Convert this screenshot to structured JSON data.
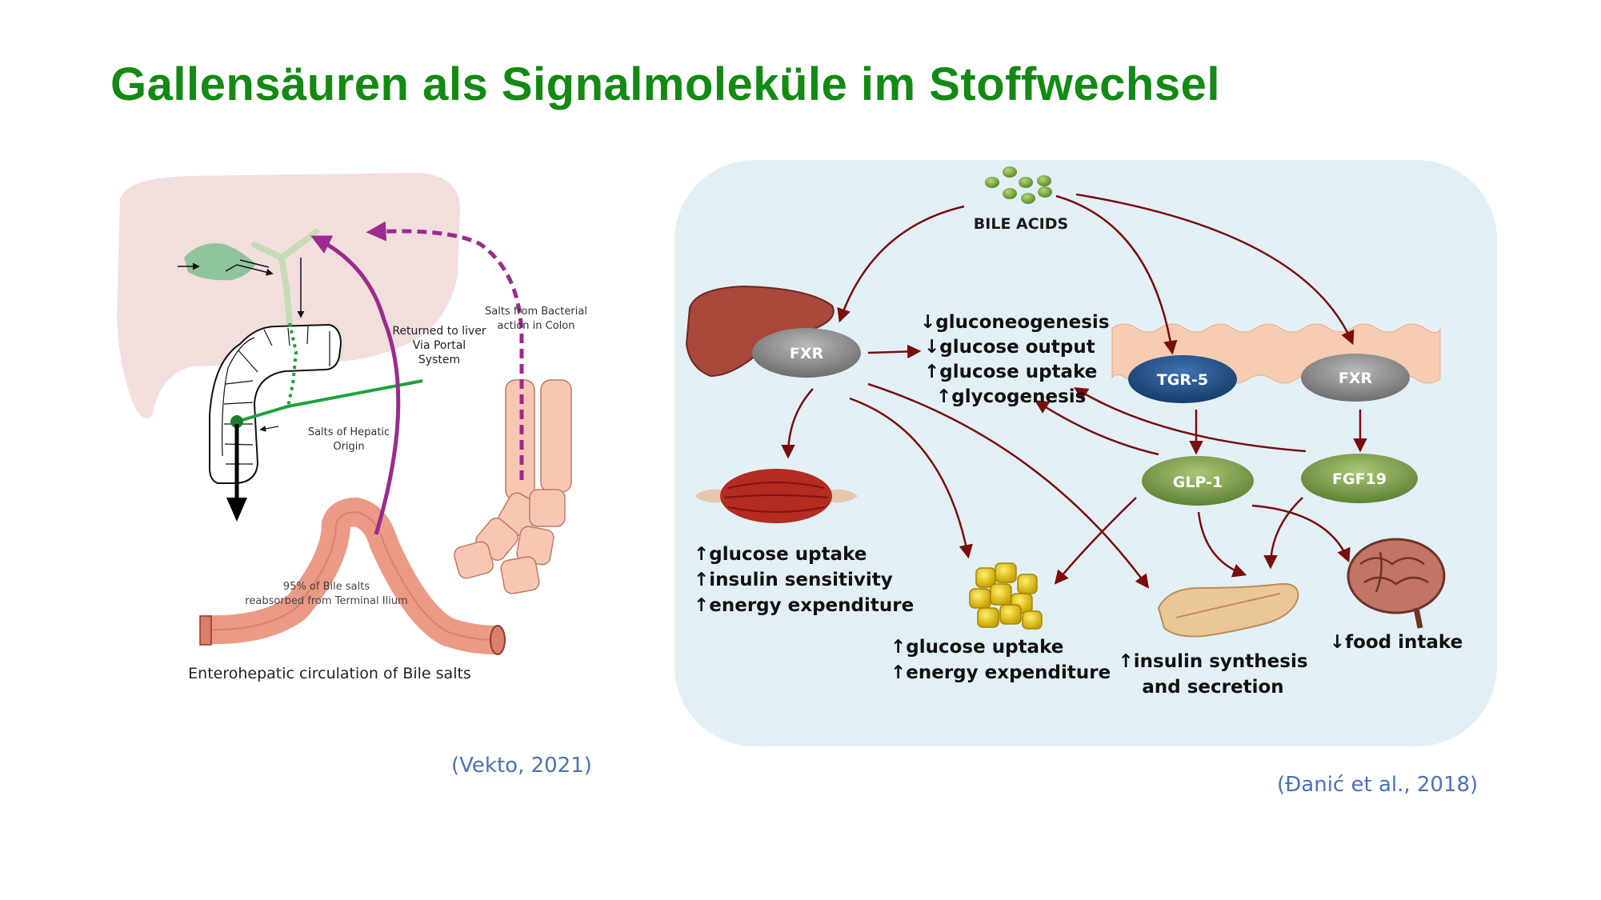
{
  "slide": {
    "title": "Gallensäuren als Signalmoleküle im Stoffwechsel",
    "citation_left": "(Vekto, 2021)",
    "citation_right": "(Đanić et al., 2018)"
  },
  "left_figure": {
    "caption": "Enterohepatic circulation of Bile salts",
    "labels": {
      "returned_1": "Returned to liver",
      "returned_2": "Via Portal",
      "returned_3": "System",
      "bacterial_1": "Salts from Bacterial",
      "bacterial_2": "action in Colon",
      "hepatic_1": "Salts of Hepatic",
      "hepatic_2": "Origin",
      "ileum_1": "95% of Bile salts",
      "ileum_2": "reabsorbed from Terminal Ilium"
    },
    "colors": {
      "liver_bg": "#f3dede",
      "portal_arrow": "#9c2b8c",
      "gall": "#8fc49a",
      "intestine": "#eb9a86"
    }
  },
  "right_figure": {
    "colors": {
      "panel_bg": "#e2f0f6",
      "arrow": "#7a0d0d",
      "fxr_gray": "#8a8a8a",
      "tgr5_blue": "#1f4e84",
      "hormone_green": "#7ea24a"
    },
    "bile_acids": "BILE ACIDS",
    "nodes": {
      "fxr_liver": "FXR",
      "tgr5": "TGR-5",
      "fxr_intestine": "FXR",
      "glp1": "GLP-1",
      "fgf19": "FGF19"
    },
    "liver_effects": [
      "↓gluconeogenesis",
      "↓glucose output",
      "↑glucose uptake",
      "↑glycogenesis"
    ],
    "muscle_effects": [
      "↑glucose uptake",
      "↑insulin sensitivity",
      "↑energy expenditure"
    ],
    "adipose_effects": [
      "↑glucose uptake",
      "↑energy expenditure"
    ],
    "pancreas_effects": [
      "↑insulin synthesis",
      "and secretion"
    ],
    "brain_effects": [
      "↓food intake"
    ]
  }
}
